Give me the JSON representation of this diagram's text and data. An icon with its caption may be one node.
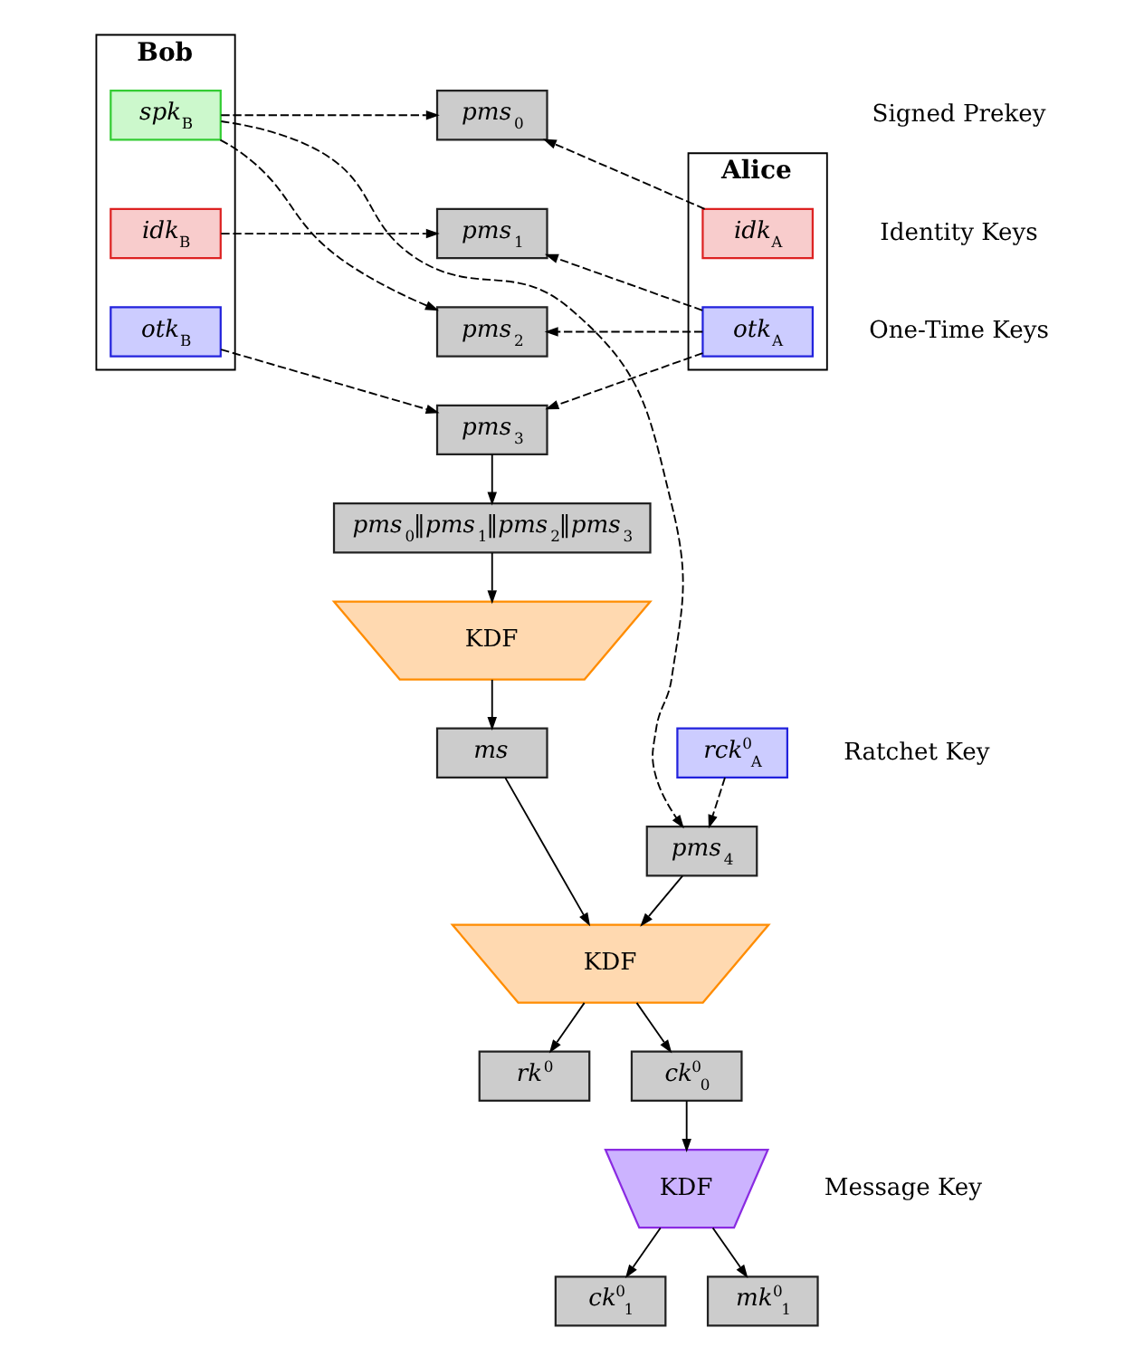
{
  "diagram": {
    "nodes": [
      {
        "text": [
          "**Alice**"
        ]
      },
      {
        "text": [
          "**Bob**"
        ]
      },
      {
        "text": [
          "*pms*$_{0}$"
        ]
      },
      {
        "text": [
          "*spk*$_{B}$"
        ],
        "in": 1
      },
      {
        "text": [
          "*idk*$_{A}$"
        ],
        "in": 0
      },
      {
        "text": [
          "*pms*$_{1}$"
        ]
      },
      {
        "text": [
          "*idk*$_{B}$"
        ],
        "in": 1
      },
      {
        "text": [
          "*otk*$_{A}$"
        ],
        "in": 0
      },
      {
        "text": [
          "*pms*$_{2}$"
        ]
      },
      {
        "text": [
          "*otk*$_{B}$"
        ],
        "in": 1
      },
      {
        "text": [
          "*pms*$_{3}$"
        ]
      },
      {
        "text": [
          "*pms*$_{0}$‖*pms*$_{1}$‖*pms*$_{2}$‖*pms*$_{3}$"
        ]
      },
      {
        "text": [
          "KDF"
        ]
      },
      {
        "text": [
          "*ms*"
        ]
      },
      {
        "text": [
          "*rck*$^{0}$$_{A}$"
        ]
      },
      {
        "text": [
          "KDF"
        ]
      },
      {
        "text": [
          "*pms*$_{4}$"
        ]
      },
      {
        "text": [
          "*rk*$^{0}$"
        ]
      },
      {
        "text": [
          "*ck*$^{0}$$_{0}$"
        ]
      },
      {
        "text": [
          "KDF"
        ]
      },
      {
        "text": [
          "*ck*$^{0}$$_{1}$"
        ]
      },
      {
        "text": [
          "*mk*$^{0}$$_{1}$"
        ]
      }
    ],
    "edges": [
      {
        "from": 4,
        "to": 2,
        "arrow": "to",
        "style": "dashed"
      },
      {
        "from": 3,
        "to": 2,
        "arrow": "to",
        "style": "dashed"
      },
      {
        "from": 7,
        "to": 5,
        "arrow": "to",
        "style": "dashed"
      },
      {
        "from": 6,
        "to": 5,
        "arrow": "to",
        "style": "dashed"
      },
      {
        "from": 7,
        "to": 8,
        "arrow": "to",
        "style": "dashed"
      },
      {
        "from": 3,
        "to": 8,
        "arrow": "to",
        "style": "dashed"
      },
      {
        "from": 7,
        "to": 10,
        "arrow": "to",
        "style": "dashed"
      },
      {
        "from": 9,
        "to": 10,
        "arrow": "to",
        "style": "dashed"
      },
      {
        "from": 10,
        "to": 11,
        "arrow": "to"
      },
      {
        "from": 11,
        "to": 12,
        "arrow": "to"
      },
      {
        "from": 12,
        "to": 13,
        "arrow": "to"
      },
      {
        "from": 13,
        "to": 15,
        "arrow": "to"
      },
      {
        "from": 14,
        "to": 16,
        "arrow": "to",
        "style": "dashed"
      },
      {
        "from": 3,
        "to": 16,
        "arrow": "to",
        "style": "dashed"
      },
      {
        "from": 16,
        "to": 15,
        "arrow": "to"
      },
      {
        "from": 15,
        "to": 17,
        "arrow": "to"
      },
      {
        "from": 15,
        "to": 18,
        "arrow": "to"
      },
      {
        "from": 18,
        "to": 19,
        "arrow": "to"
      },
      {
        "from": 19,
        "to": 20,
        "arrow": "to"
      },
      {
        "from": 19,
        "to": 21,
        "arrow": "to"
      }
    ],
    "labels": [
      "Signed Prekey",
      "Identity Keys",
      "One-Time Keys",
      "Ratchet Key",
      "Message Key"
    ]
  }
}
